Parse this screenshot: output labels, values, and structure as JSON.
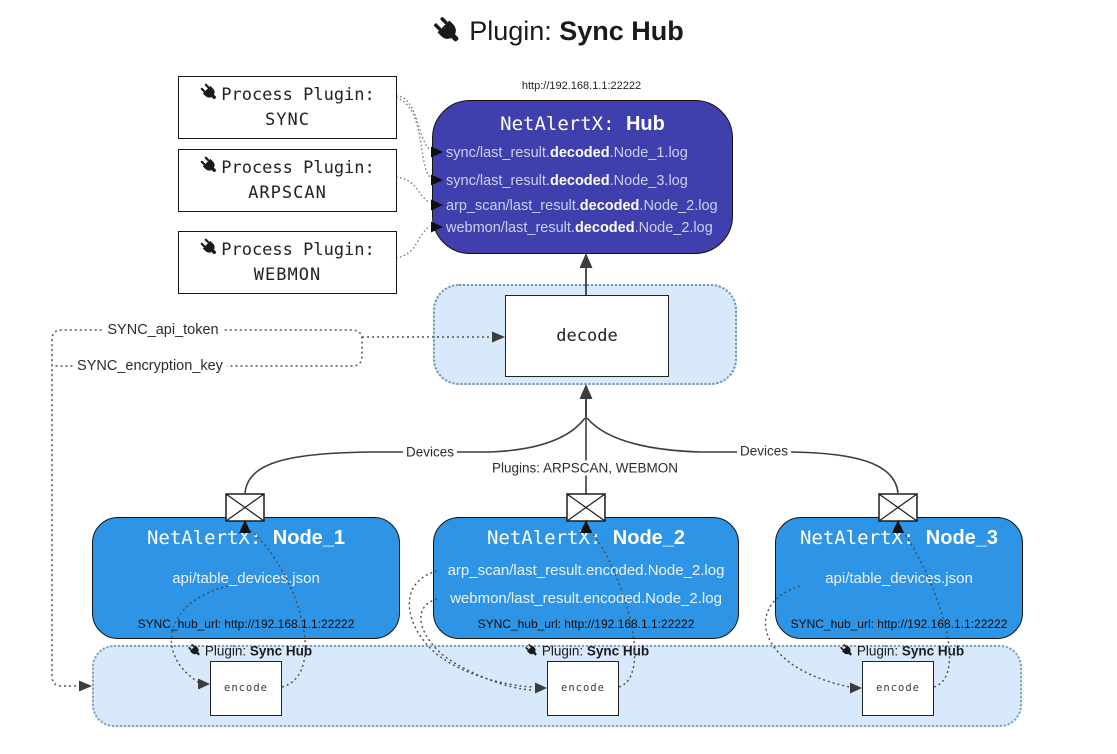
{
  "title": {
    "prefix": "Plugin:",
    "name": "Sync Hub"
  },
  "hub": {
    "url": "http://192.168.1.1:22222",
    "name_prefix": "NetAlertX:",
    "name": "Hub",
    "files": [
      {
        "pre": "sync/last_result.",
        "bold": "decoded",
        "post": ".Node_1.log"
      },
      {
        "pre": "sync/last_result.",
        "bold": "decoded",
        "post": ".Node_3.log"
      },
      {
        "pre": "arp_scan/last_result.",
        "bold": "decoded",
        "post": ".Node_2.log"
      },
      {
        "pre": "webmon/last_result.",
        "bold": "decoded",
        "post": ".Node_2.log"
      }
    ]
  },
  "process_plugins": [
    {
      "label": "Process Plugin:",
      "name": "SYNC"
    },
    {
      "label": "Process Plugin:",
      "name": "ARPSCAN"
    },
    {
      "label": "Process Plugin:",
      "name": "WEBMON"
    }
  ],
  "decode_label": "decode",
  "config": {
    "api_token": "SYNC_api_token",
    "encryption_key": "SYNC_encryption_key"
  },
  "edges": {
    "devices_left": "Devices",
    "devices_right": "Devices",
    "plugins_center": "Plugins: ARPSCAN, WEBMON"
  },
  "nodes": [
    {
      "name_prefix": "NetAlertX:",
      "name": "Node_1",
      "files": [
        "api/table_devices.json"
      ],
      "hub_url": "SYNC_hub_url: http://192.168.1.1:22222"
    },
    {
      "name_prefix": "NetAlertX:",
      "name": "Node_2",
      "files": [
        "arp_scan/last_result.encoded.Node_2.log",
        "webmon/last_result.encoded.Node_2.log"
      ],
      "hub_url": "SYNC_hub_url: http://192.168.1.1:22222"
    },
    {
      "name_prefix": "NetAlertX:",
      "name": "Node_3",
      "files": [
        "api/table_devices.json"
      ],
      "hub_url": "SYNC_hub_url: http://192.168.1.1:22222"
    }
  ],
  "encoders": [
    {
      "label_prefix": "Plugin:",
      "label_name": "Sync Hub",
      "box_label": "encode"
    },
    {
      "label_prefix": "Plugin:",
      "label_name": "Sync Hub",
      "box_label": "encode"
    },
    {
      "label_prefix": "Plugin:",
      "label_name": "Sync Hub",
      "box_label": "encode"
    }
  ],
  "icons": {
    "plug": "plug-icon",
    "envelope": "envelope-icon"
  },
  "colors": {
    "hub_bg": "#3F3FAE",
    "node_bg": "#2E94E5",
    "panel_bg": "#D7E9FB",
    "hub_file_text": "#CCD0EF",
    "node_text": "#FFFFFF",
    "line": "#3D3D3D"
  }
}
